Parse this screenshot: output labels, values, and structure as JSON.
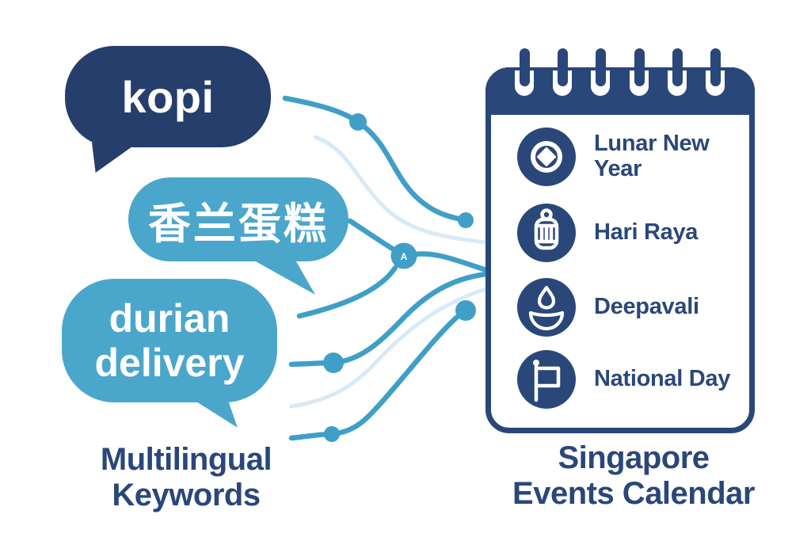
{
  "colors": {
    "navy_dark": "#253E6B",
    "navy": "#2A4779",
    "sky": "#4BA6CC",
    "flow_line": "#3F9FC7",
    "flow_line_pale": "#D8EAF5",
    "white": "#FFFFFF"
  },
  "bubbles": {
    "kopi": {
      "text": "kopi"
    },
    "pandan": {
      "text": "香兰蛋糕"
    },
    "durian": {
      "line1": "durian",
      "line2": "delivery"
    }
  },
  "flow": {
    "node_label": "A"
  },
  "calendar": {
    "events": [
      {
        "label": "Lunar New Year",
        "icon": "coin-icon"
      },
      {
        "label": "Hari Raya",
        "icon": "lantern-icon"
      },
      {
        "label": "Deepavali",
        "icon": "diya-icon"
      },
      {
        "label": "National Day",
        "icon": "flag-icon"
      }
    ]
  },
  "captions": {
    "left": {
      "line1": "Multilingual",
      "line2": "Keywords"
    },
    "right": {
      "line1": "Singapore",
      "line2": "Events Calendar"
    }
  }
}
